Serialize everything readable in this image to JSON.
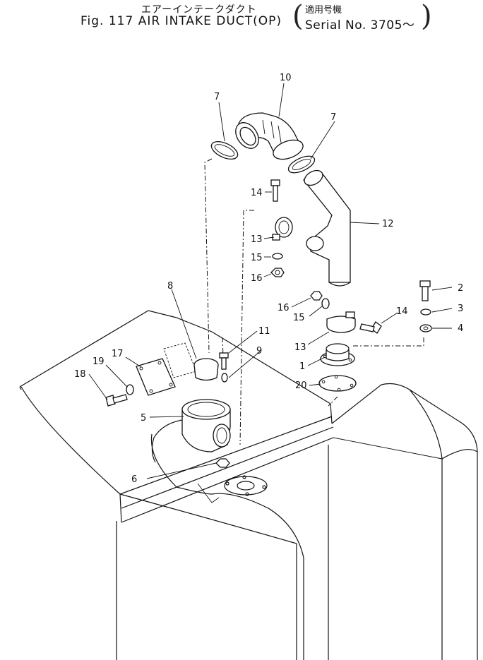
{
  "header": {
    "title_jp": "エアーインテークダクト",
    "title_en": "Fig. 117 AIR INTAKE DUCT(OP)",
    "serial_jp": "適用号機",
    "serial_en": "Serial No. 3705～"
  },
  "callouts": [
    "1",
    "2",
    "3",
    "4",
    "5",
    "6",
    "7",
    "7",
    "8",
    "9",
    "10",
    "11",
    "12",
    "13",
    "13",
    "14",
    "14",
    "15",
    "15",
    "16",
    "16",
    "17",
    "18",
    "19",
    "20"
  ]
}
